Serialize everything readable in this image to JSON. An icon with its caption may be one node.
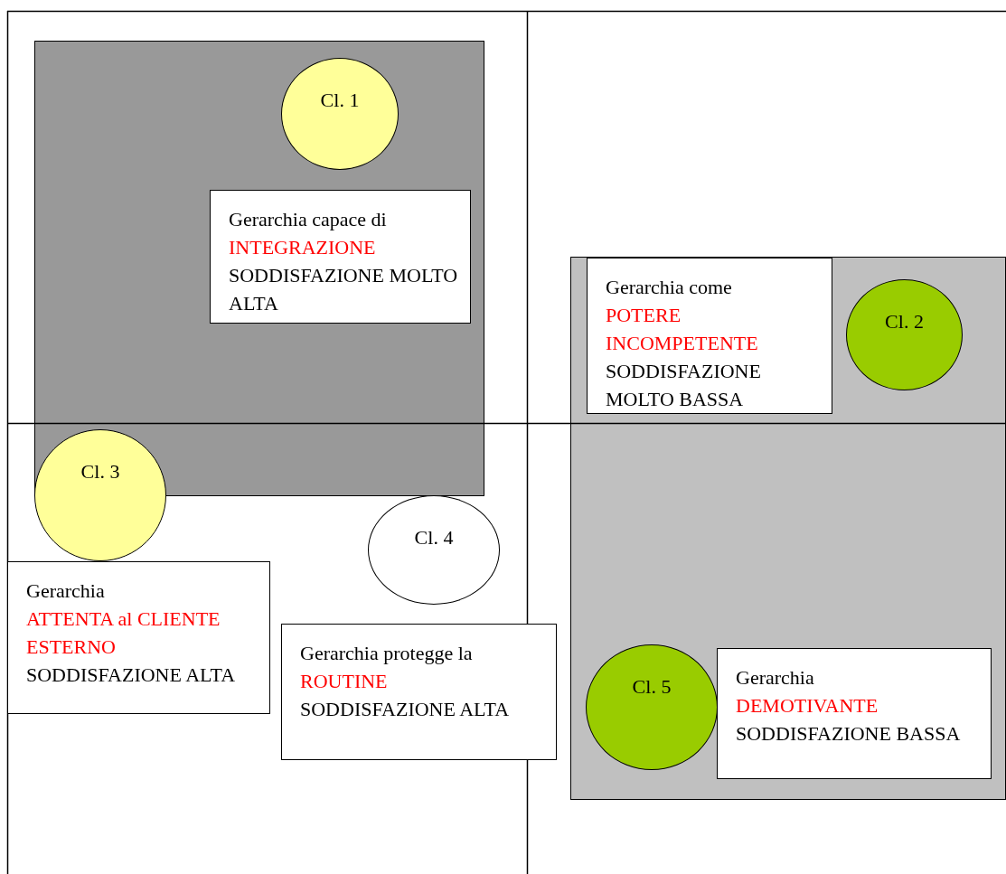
{
  "diagram": {
    "nodes": [
      {
        "text": [],
        "shape": "box"
      },
      {
        "text": [
          "Cl. 1"
        ],
        "in": 0
      },
      {
        "text": [
          "Gerarchia capace di",
          "INTEGRAZIONE",
          "SODDISFAZIONE MOLTO ALTA"
        ],
        "in": 0
      },
      {
        "text": [],
        "shape": "box"
      },
      {
        "text": [
          "Gerarchia come",
          "POTERE INCOMPETENTE",
          "SODDISFAZIONE MOLTO BASSA"
        ],
        "in": 3
      },
      {
        "text": [
          "Cl. 2"
        ],
        "in": 3
      },
      {
        "text": [
          "Cl. 3"
        ]
      },
      {
        "text": [
          "Cl. 4"
        ]
      },
      {
        "text": [
          "Gerarchia",
          "ATTENTA al CLIENTE ESTERNO",
          "SODDISFAZIONE ALTA"
        ]
      },
      {
        "text": [
          "Gerarchia protegge la",
          "ROUTINE",
          "SODDISFAZIONE ALTA"
        ]
      },
      {
        "text": [
          "Cl. 5"
        ],
        "in": 3
      },
      {
        "text": [
          "Gerarchia",
          "DEMOTIVANTE",
          "SODDISFAZIONE BASSA"
        ],
        "in": 3
      }
    ],
    "edges": []
  }
}
